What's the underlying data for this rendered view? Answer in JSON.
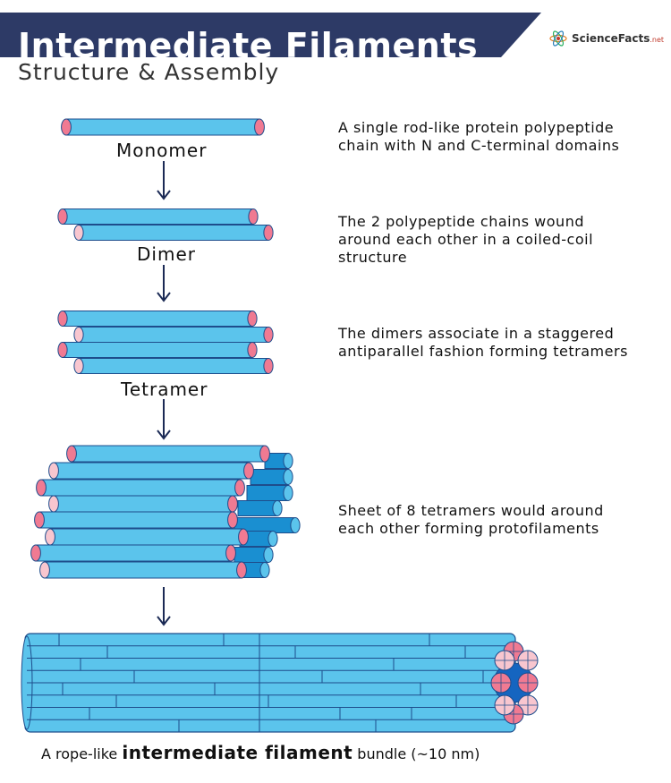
{
  "header": {
    "title": "Intermediate Filaments",
    "subtitle": "Structure & Assembly",
    "logo_name": "ScienceFacts",
    "logo_suffix": ".net"
  },
  "stages": [
    {
      "label": "Monomer",
      "description": "A single rod-like protein polypeptide\nchain with N and C-terminal domains"
    },
    {
      "label": "Dimer",
      "description": "The 2 polypeptide chains wound\naround each other in a coiled-coil\nstructure"
    },
    {
      "label": "Tetramer",
      "description": "The dimers associate in a staggered\nantiparallel fashion forming tetramers"
    },
    {
      "label": "",
      "description": "Sheet of 8 tetramers would around\neach other forming protofilaments"
    }
  ],
  "caption": {
    "prefix": "A rope-like ",
    "emphasis": "intermediate filament",
    "suffix": " bundle (~10 nm)"
  },
  "colors": {
    "banner": "#2d3a66",
    "rod": "#5bc4ec",
    "rod_dark": "#1a8fd1",
    "rod_stroke": "#1e4d8c",
    "end_pink": "#f07a92",
    "end_light": "#f8c6cf",
    "arrow": "#1b2a55",
    "core": "#1565c0"
  }
}
